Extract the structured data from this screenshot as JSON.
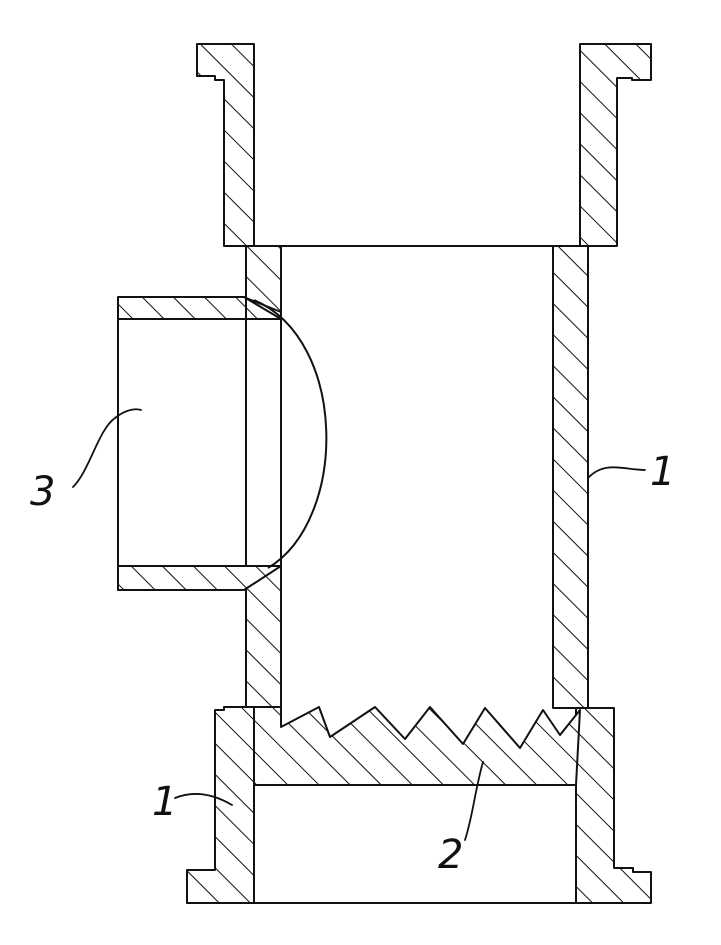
{
  "labels": {
    "part_1_right": "1",
    "part_1_left": "1",
    "part_2": "2",
    "part_3": "3"
  },
  "colors": {
    "ink": "#111111",
    "background": "#ffffff"
  }
}
